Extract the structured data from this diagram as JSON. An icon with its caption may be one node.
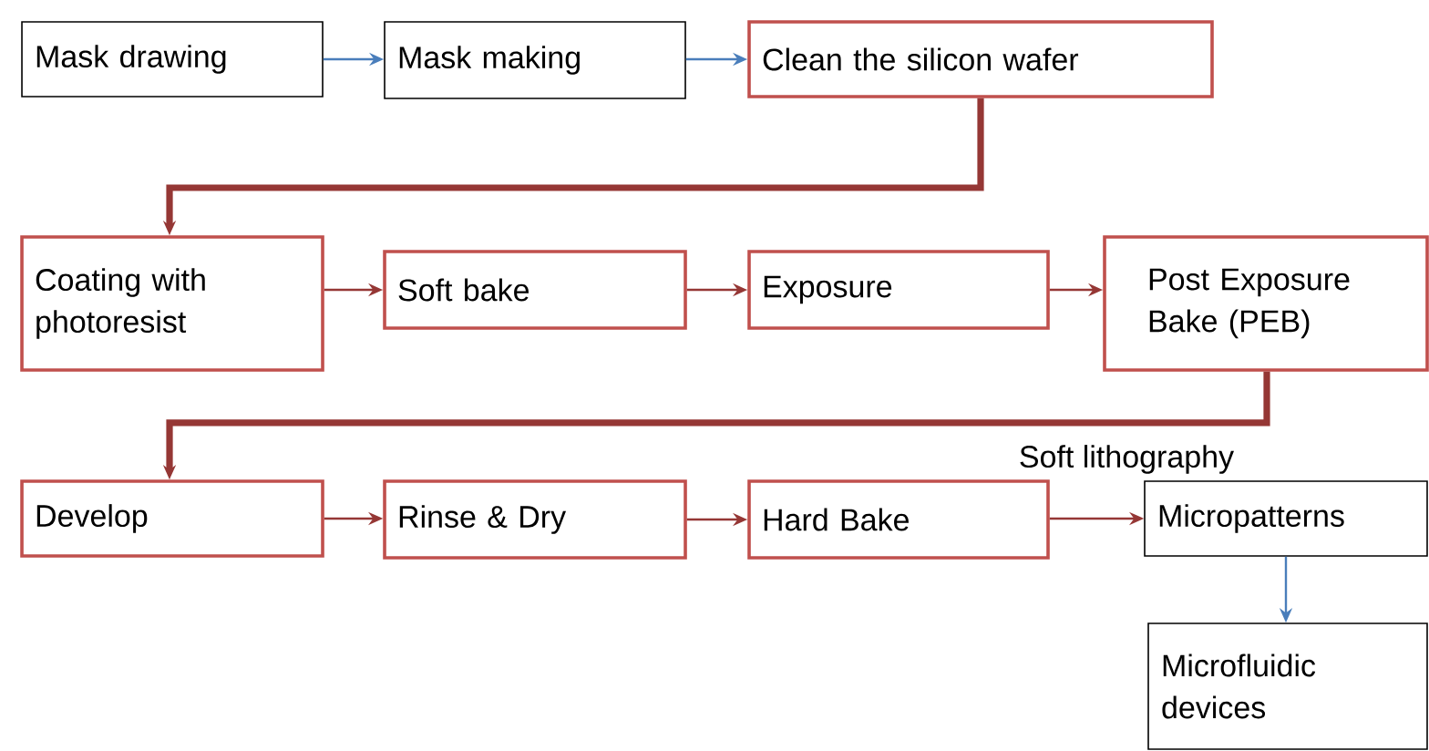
{
  "diagram": {
    "nodes": [
      {
        "text": [
          "Mask drawing"
        ]
      },
      {
        "text": [
          "Mask making"
        ]
      },
      {
        "text": [
          "Clean the silicon wafer"
        ]
      },
      {
        "text": [
          "Coating with photoresist"
        ]
      },
      {
        "text": [
          "Soft bake"
        ]
      },
      {
        "text": [
          "Exposure"
        ]
      },
      {
        "text": [
          "Post Exposure Bake (PEB)"
        ]
      },
      {
        "text": [
          "Develop"
        ]
      },
      {
        "text": [
          "Rinse & Dry"
        ]
      },
      {
        "text": [
          "Hard Bake"
        ]
      },
      {
        "text": [
          "Micropatterns"
        ]
      },
      {
        "text": [
          "Microfluidic devices"
        ]
      }
    ],
    "edges": [
      {
        "from": 0,
        "to": 1,
        "arrow": "to",
        "color": "#4a7ebb"
      },
      {
        "from": 1,
        "to": 2,
        "arrow": "to",
        "color": "#4a7ebb"
      },
      {
        "from": 2,
        "to": 3,
        "arrow": "to",
        "style": "thick"
      },
      {
        "from": 3,
        "to": 4,
        "arrow": "to"
      },
      {
        "from": 4,
        "to": 5,
        "arrow": "to"
      },
      {
        "from": 5,
        "to": 6,
        "arrow": "to"
      },
      {
        "from": 6,
        "to": 7,
        "arrow": "to",
        "style": "thick"
      },
      {
        "from": 7,
        "to": 8,
        "arrow": "to"
      },
      {
        "from": 8,
        "to": 9,
        "arrow": "to"
      },
      {
        "from": 9,
        "to": 10,
        "arrow": "to",
        "label": "Soft lithography"
      },
      {
        "from": 10,
        "to": 11,
        "arrow": "to",
        "color": "#4a7ebb"
      }
    ]
  }
}
